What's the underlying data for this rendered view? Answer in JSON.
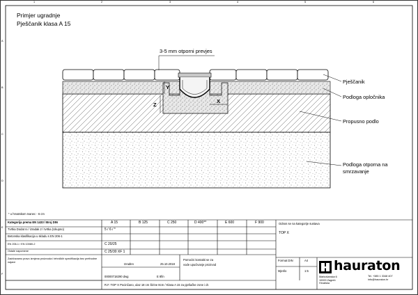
{
  "title": {
    "line1": "Primjer ugradnje",
    "line2": "Pješčanik klasa A 15"
  },
  "frame": {
    "col_numbers": [
      "1",
      "2",
      "3",
      "4",
      "5",
      "6"
    ],
    "row_letters": [
      "A",
      "B",
      "C",
      "D",
      "E",
      "F"
    ]
  },
  "drawing": {
    "top_callout": "3-5 mm otporni prevjes",
    "dims": {
      "y": "Y",
      "z": "Z",
      "x": "X"
    },
    "labels": [
      "Pješčanik",
      "Podloga opločnika",
      "Propusno podlo",
      "Podloga otporna na",
      "smrzavanje"
    ]
  },
  "note": "* u hrvatskom Ivanec - 6 cm",
  "table": {
    "rows": [
      "Kategorija prema EN 1433 / Broj DIN",
      "Tvrtka Dodat ni / izradak 2 / tvrtka (Ukupno)",
      "Betonska klasifikacija u skladu s EN 206-1",
      "EN 206-1 / EN 10080-2",
      "Ostale napomene"
    ],
    "row2_value": "5 / 6 / *",
    "row4_value": "C 20/25",
    "row5_value": "C 25/30 XF 1",
    "classes": [
      "A 15",
      "B 125",
      "C 250",
      "D 400**",
      "E 600",
      "F 900"
    ],
    "right_title": "Odnos se na kategorije sustava",
    "right_product": "TOP X"
  },
  "footer": {
    "drawn_label": "Izrađen",
    "drawn_date": "25.10.2018",
    "note_left": "Pomoćni kontakti se za",
    "note_left2": "vode upućivanje proizvod",
    "drawing_no": "00000718290 dwg",
    "version": "E 8fin",
    "format_label": "Format DIN",
    "format_value": "A4",
    "scale_label": "Mjerilo",
    "scale_value": "1:5",
    "bottom_note": "R.F. TOP X Pocinčano, ulaz 18 cm Širine 8cm / Klasa A 15 za pješačke zone i dr.",
    "company_address": "Markošanska 6\n10000 Zagreb\nHrvatska",
    "company_phone": "Tel. +385 1 3348 407",
    "company_email": "info@hauraton.hr",
    "left_fine_print": "Zadržavamo pravo izmjena proizvoda i tehničkih specifikacija bez prethodne najave"
  },
  "logo": {
    "brand": "hauraton"
  }
}
